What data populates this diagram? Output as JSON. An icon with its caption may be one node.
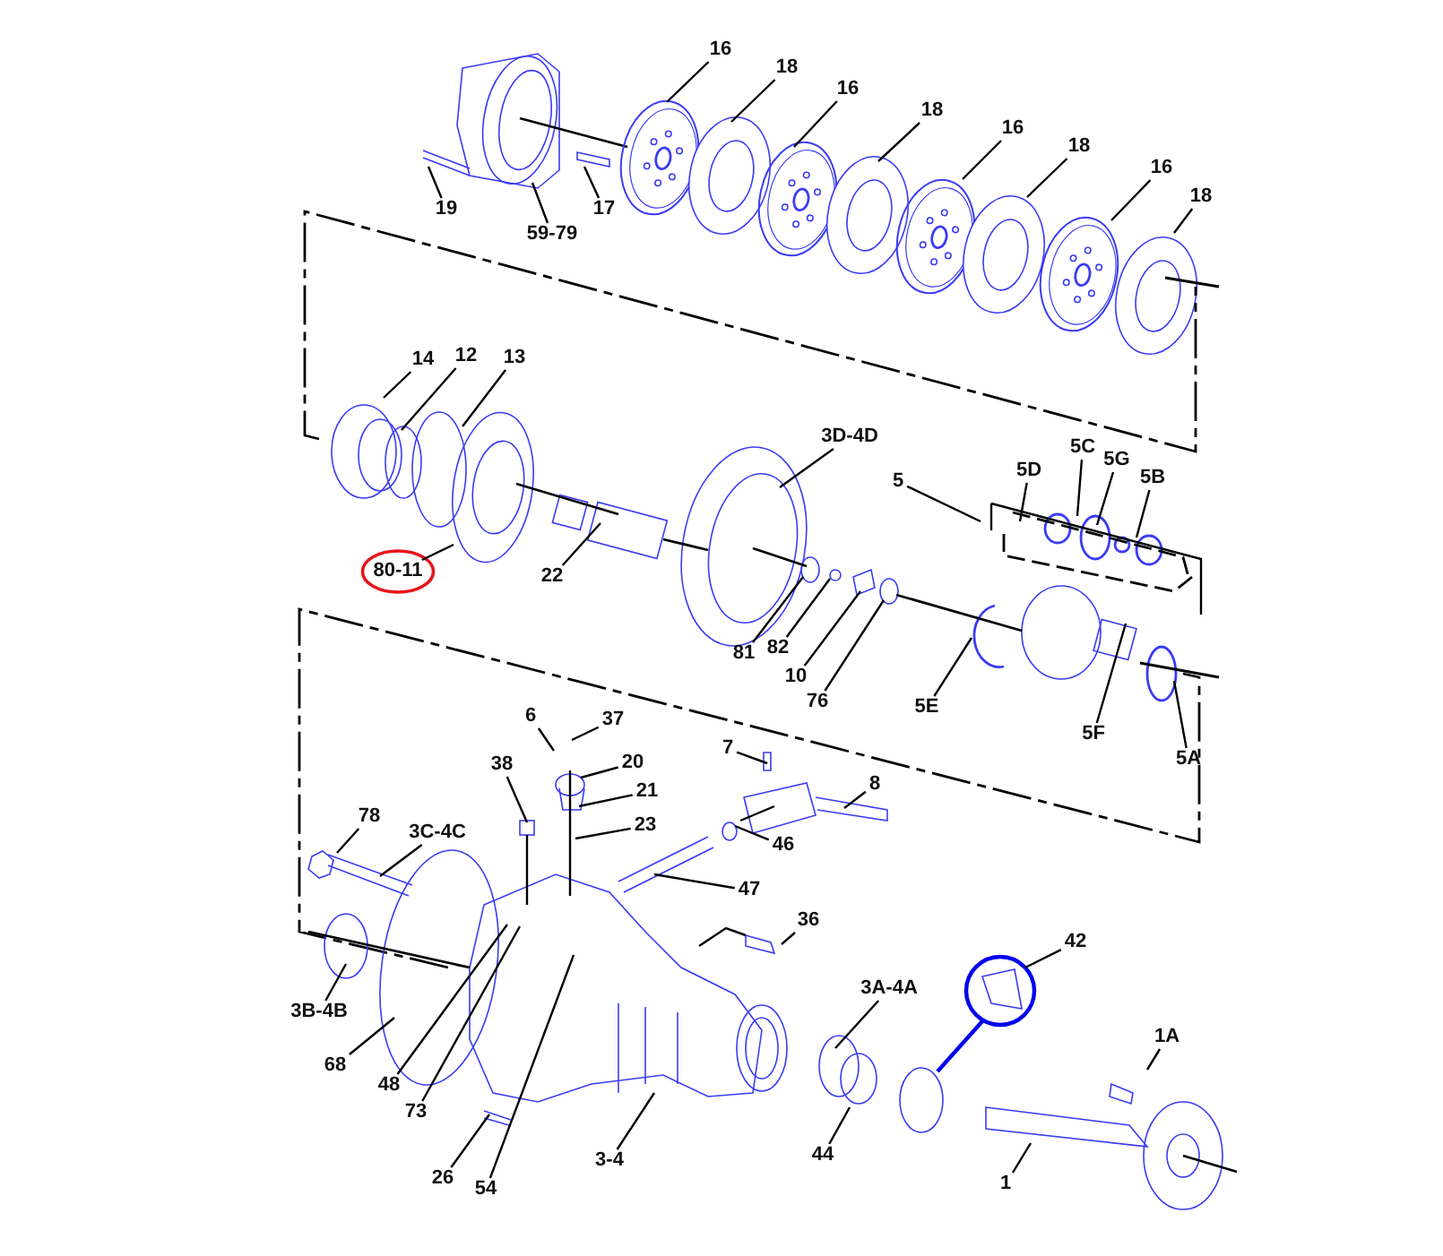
{
  "diagram": {
    "nodes": [
      {
        "text": [
          "16"
        ]
      },
      {
        "text": [
          "18"
        ]
      },
      {
        "text": [
          "16"
        ]
      },
      {
        "text": [
          "18"
        ]
      },
      {
        "text": [
          "16"
        ]
      },
      {
        "text": [
          "18"
        ]
      },
      {
        "text": [
          "16"
        ]
      },
      {
        "text": [
          "18"
        ]
      },
      {
        "text": [
          "19"
        ]
      },
      {
        "text": [
          "59-79"
        ]
      },
      {
        "text": [
          "17"
        ]
      },
      {
        "text": [
          "14"
        ]
      },
      {
        "text": [
          "12"
        ]
      },
      {
        "text": [
          "13"
        ]
      },
      {
        "text": [
          "3D-4D"
        ]
      },
      {
        "text": [
          "5"
        ]
      },
      {
        "text": [
          "5D"
        ]
      },
      {
        "text": [
          "5C"
        ]
      },
      {
        "text": [
          "5G"
        ]
      },
      {
        "text": [
          "5B"
        ]
      },
      {
        "text": [
          "80-11"
        ]
      },
      {
        "text": [
          "22"
        ]
      },
      {
        "text": [
          "81"
        ]
      },
      {
        "text": [
          "82"
        ]
      },
      {
        "text": [
          "10"
        ]
      },
      {
        "text": [
          "76"
        ]
      },
      {
        "text": [
          "5E"
        ]
      },
      {
        "text": [
          "5F"
        ]
      },
      {
        "text": [
          "5A"
        ]
      },
      {
        "text": [
          "6"
        ]
      },
      {
        "text": [
          "37"
        ]
      },
      {
        "text": [
          "20"
        ]
      },
      {
        "text": [
          "21"
        ]
      },
      {
        "text": [
          "23"
        ]
      },
      {
        "text": [
          "7"
        ]
      },
      {
        "text": [
          "8"
        ]
      },
      {
        "text": [
          "38"
        ]
      },
      {
        "text": [
          "46"
        ]
      },
      {
        "text": [
          "78"
        ]
      },
      {
        "text": [
          "3C-4C"
        ]
      },
      {
        "text": [
          "47"
        ]
      },
      {
        "text": [
          "36"
        ]
      },
      {
        "text": [
          "42"
        ]
      },
      {
        "text": [
          "3A-4A"
        ]
      },
      {
        "text": [
          "3B-4B"
        ]
      },
      {
        "text": [
          "1A"
        ]
      },
      {
        "text": [
          "68"
        ]
      },
      {
        "text": [
          "48"
        ]
      },
      {
        "text": [
          "73"
        ]
      },
      {
        "text": [
          "26"
        ]
      },
      {
        "text": [
          "54"
        ]
      },
      {
        "text": [
          "3-4"
        ]
      },
      {
        "text": [
          "44"
        ]
      },
      {
        "text": [
          "1"
        ]
      }
    ],
    "edges": [
      {
        "from": 0,
        "to": null,
        "arrow": "none"
      },
      {
        "from": 1,
        "to": null,
        "arrow": "none"
      },
      {
        "from": 2,
        "to": null,
        "arrow": "none"
      },
      {
        "from": 3,
        "to": null,
        "arrow": "none"
      },
      {
        "from": 4,
        "to": null,
        "arrow": "none"
      },
      {
        "from": 5,
        "to": null,
        "arrow": "none"
      },
      {
        "from": 6,
        "to": null,
        "arrow": "none"
      },
      {
        "from": 7,
        "to": null,
        "arrow": "none"
      },
      {
        "from": 8,
        "to": null,
        "arrow": "none"
      },
      {
        "from": 9,
        "to": null,
        "arrow": "none"
      },
      {
        "from": 10,
        "to": null,
        "arrow": "none"
      },
      {
        "from": 11,
        "to": null,
        "arrow": "none"
      },
      {
        "from": 12,
        "to": null,
        "arrow": "none"
      },
      {
        "from": 13,
        "to": null,
        "arrow": "none"
      },
      {
        "from": 14,
        "to": null,
        "arrow": "none"
      },
      {
        "from": 15,
        "to": null,
        "arrow": "none"
      },
      {
        "from": 16,
        "to": null,
        "arrow": "none"
      },
      {
        "from": 17,
        "to": null,
        "arrow": "none"
      },
      {
        "from": 18,
        "to": null,
        "arrow": "none"
      },
      {
        "from": 19,
        "to": null,
        "arrow": "none"
      },
      {
        "from": 20,
        "to": null,
        "arrow": "none"
      },
      {
        "from": 21,
        "to": null,
        "arrow": "none"
      },
      {
        "from": 22,
        "to": null,
        "arrow": "none"
      },
      {
        "from": 23,
        "to": null,
        "arrow": "none"
      },
      {
        "from": 24,
        "to": null,
        "arrow": "none"
      },
      {
        "from": 25,
        "to": null,
        "arrow": "none"
      },
      {
        "from": 26,
        "to": null,
        "arrow": "none"
      },
      {
        "from": 27,
        "to": null,
        "arrow": "none"
      },
      {
        "from": 28,
        "to": null,
        "arrow": "none"
      },
      {
        "from": 29,
        "to": null,
        "arrow": "none"
      },
      {
        "from": 30,
        "to": null,
        "arrow": "none"
      },
      {
        "from": 31,
        "to": null,
        "arrow": "none"
      },
      {
        "from": 32,
        "to": null,
        "arrow": "none"
      },
      {
        "from": 33,
        "to": null,
        "arrow": "none"
      },
      {
        "from": 34,
        "to": null,
        "arrow": "none"
      },
      {
        "from": 35,
        "to": null,
        "arrow": "none"
      },
      {
        "from": 36,
        "to": null,
        "arrow": "none"
      },
      {
        "from": 37,
        "to": null,
        "arrow": "none"
      },
      {
        "from": 38,
        "to": null,
        "arrow": "none"
      },
      {
        "from": 39,
        "to": null,
        "arrow": "none"
      },
      {
        "from": 40,
        "to": null,
        "arrow": "none"
      },
      {
        "from": 41,
        "to": null,
        "arrow": "none"
      },
      {
        "from": 42,
        "to": null,
        "arrow": "none"
      },
      {
        "from": 43,
        "to": null,
        "arrow": "none"
      },
      {
        "from": 44,
        "to": null,
        "arrow": "none"
      },
      {
        "from": 45,
        "to": null,
        "arrow": "none"
      },
      {
        "from": 46,
        "to": null,
        "arrow": "none"
      },
      {
        "from": 47,
        "to": null,
        "arrow": "none"
      },
      {
        "from": 48,
        "to": null,
        "arrow": "none"
      },
      {
        "from": 49,
        "to": null,
        "arrow": "none"
      },
      {
        "from": 50,
        "to": null,
        "arrow": "none"
      },
      {
        "from": 51,
        "to": null,
        "arrow": "none"
      },
      {
        "from": 52,
        "to": null,
        "arrow": "none"
      },
      {
        "from": 53,
        "to": null,
        "arrow": "none"
      }
    ]
  }
}
